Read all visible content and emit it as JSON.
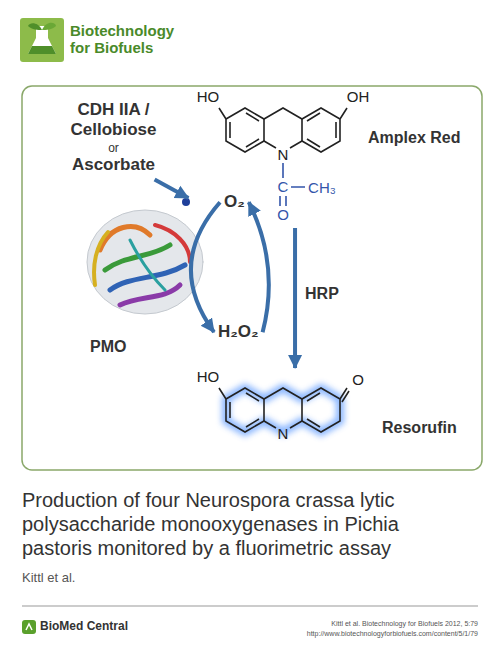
{
  "diagram": {
    "title": "Production of four Neurospora crassa lytic polysaccharide monooxygenases in Pichia pastoris monitored by a fluorimetric assay",
    "nodes": [
      {
        "text": [
          "CDH IIA / Cellobiose",
          "or",
          "Ascorbate"
        ]
      },
      {
        "text": [
          "PMO"
        ]
      },
      {
        "text": [
          "O₂"
        ]
      },
      {
        "text": [
          "H₂O₂"
        ]
      },
      {
        "text": [
          "Amplex Red"
        ]
      },
      {
        "text": [
          "Resorufin"
        ]
      }
    ],
    "edges": [
      {
        "from": 0,
        "to": 1,
        "arrow": "to"
      },
      {
        "from": 2,
        "to": 3,
        "arrow": "to"
      },
      {
        "from": 3,
        "to": 2,
        "arrow": "to"
      },
      {
        "from": 4,
        "to": 5,
        "label": "HRP",
        "arrow": "to"
      }
    ],
    "labels": [
      "Biotechnology for Biofuels",
      "HO",
      "OH",
      "N",
      "C",
      "O",
      "CH₃",
      "HO",
      "O",
      "N",
      "Kittl et al.",
      "BioMed Central",
      "Kittl et al. Biotechnology for Biofuels 2012, 5:79",
      "http://www.biotechnologyforbiofuels.com/content/5/1/79"
    ]
  }
}
